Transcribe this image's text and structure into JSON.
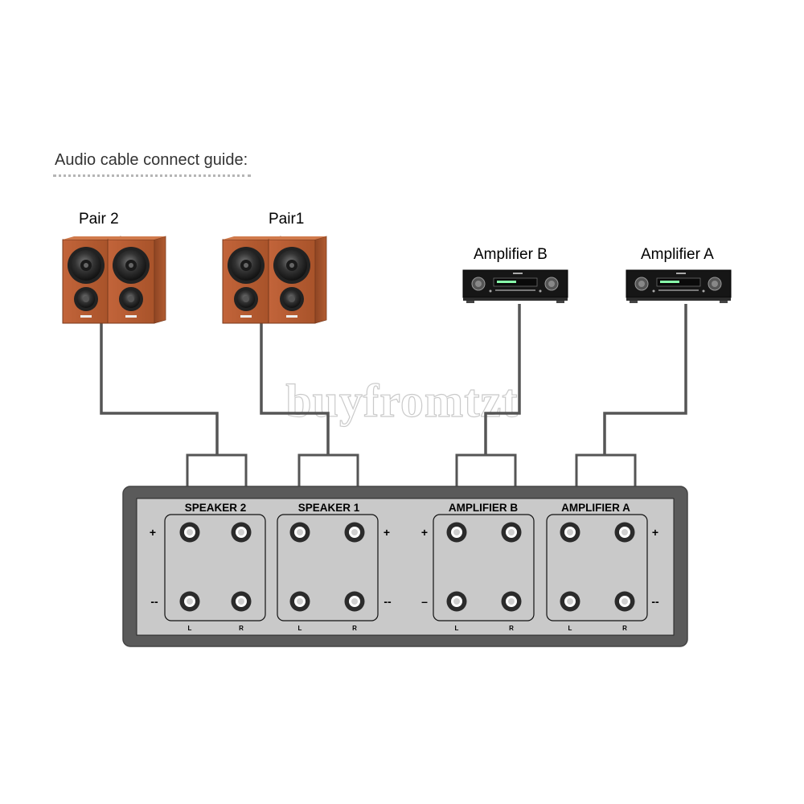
{
  "guide_title": "Audio cable connect guide:",
  "labels": {
    "pair2": "Pair 2",
    "pair1": "Pair1",
    "amp_b": "Amplifier B",
    "amp_a": "Amplifier A"
  },
  "panel": {
    "sections": [
      "SPEAKER 2",
      "SPEAKER 1",
      "AMPLIFIER B",
      "AMPLIFIER A"
    ],
    "plus": "+",
    "minus_double": "--",
    "minus_single": "–",
    "left": "L",
    "right": "R"
  },
  "watermark": "buyfromtzt",
  "colors": {
    "cable": "#555555",
    "panel_outer": "#5a5a5a",
    "panel_inner": "#c9c9c9",
    "speaker_wood": "#b0552a",
    "amplifier_body": "#1a1a1a"
  },
  "icons": [
    "bookshelf-speaker-icon",
    "amplifier-icon",
    "binding-post-icon"
  ]
}
